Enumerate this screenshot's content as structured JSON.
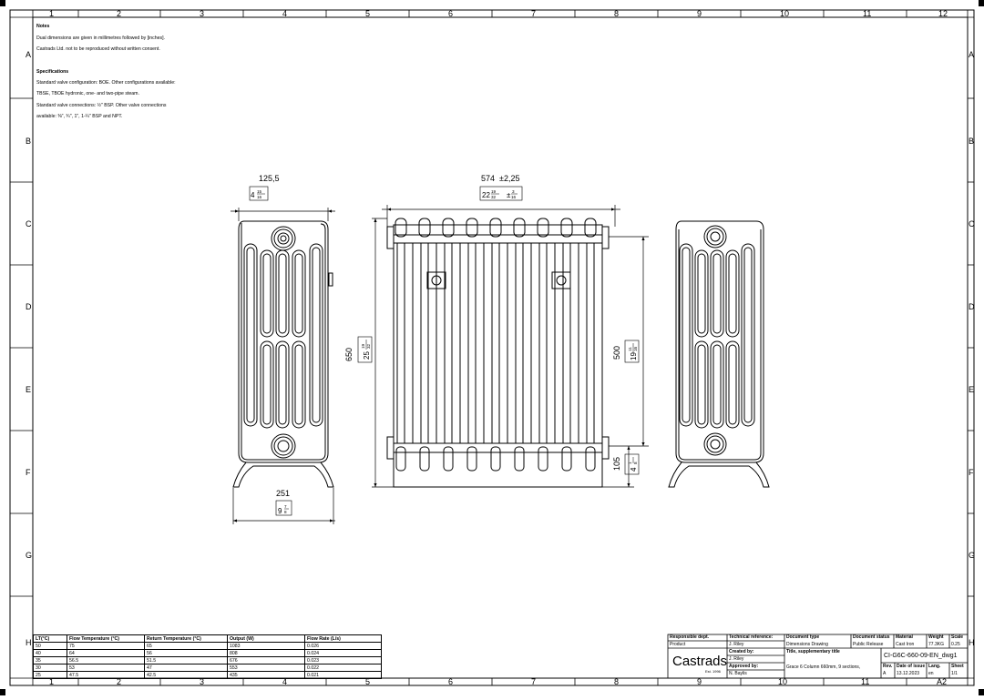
{
  "notes": {
    "heading": "Notes",
    "lines": [
      "Dual dimensions are given in millimetres followed by [inches].",
      "Castrads Ltd. not to be reproduced without written consent."
    ],
    "spec_heading": "Specifications",
    "spec_lines": [
      "Standard valve configuration: BOE. Other configurations available:",
      "TBSE, TBOE hydronic, one- and two-pipe steam.",
      "Standard valve connections: ½\" BSP. Other valve connections",
      "available: ⅜\", ¾\", 1\", 1-¼\" BSP and NPT."
    ]
  },
  "frame": {
    "columns": [
      "1",
      "2",
      "3",
      "4",
      "5",
      "6",
      "7",
      "8",
      "9",
      "10",
      "11",
      "12"
    ],
    "bottom_columns": [
      "1",
      "2",
      "3",
      "4",
      "5",
      "6",
      "7",
      "8",
      "9",
      "10",
      "11",
      "A2"
    ],
    "rows": [
      "A",
      "B",
      "C",
      "D",
      "E",
      "F",
      "G",
      "H"
    ]
  },
  "dimensions": {
    "side_depth_mm": "125,5",
    "side_depth_in": "4",
    "side_depth_frac_num": "15",
    "side_depth_frac_den": "16",
    "foot_width_mm": "251",
    "foot_width_in": "9",
    "foot_width_frac_num": "7",
    "foot_width_frac_den": "8",
    "length_mm": "574",
    "length_tol_mm": "±2,25",
    "length_in": "22",
    "length_frac_num": "19",
    "length_frac_den": "32",
    "length_tol_in": "±",
    "length_tol_frac_num": "3",
    "length_tol_frac_den": "16",
    "height_mm": "650",
    "height_in": "25",
    "height_frac_num": "19",
    "height_frac_den": "32",
    "centres_mm": "500",
    "centres_in": "19",
    "centres_frac_num": "11",
    "centres_frac_den": "16",
    "base_mm": "105",
    "base_in": "4",
    "base_frac_num": "1",
    "base_frac_den": "8"
  },
  "performance_table": {
    "headers": [
      "LT(°C)",
      "Flow Temperature (°C)",
      "Return Temperature (°C)",
      "Output (W)",
      "Flow Rate (L/s)"
    ],
    "rows": [
      [
        "50",
        "75",
        "65",
        "1083",
        "0.026"
      ],
      [
        "40",
        "64",
        "56",
        "808",
        "0.024"
      ],
      [
        "35",
        "56.5",
        "51.5",
        "676",
        "0.023"
      ],
      [
        "30",
        "53",
        "47",
        "553",
        "0.022"
      ],
      [
        "25",
        "47.5",
        "42.5",
        "435",
        "0.021"
      ]
    ]
  },
  "title_block": {
    "responsible_dept_label": "Responsible dept.",
    "responsible_dept": "Product",
    "technical_reference_label": "Technical reference:",
    "technical_reference": "J. Riley",
    "created_by_label": "Created by:",
    "created_by": "J. Riley",
    "approved_by_label": "Approved by:",
    "approved_by": "N. Baylis",
    "document_type_label": "Document type",
    "document_type": "Dimensions Drawing",
    "document_status_label": "Document status",
    "document_status": "Public Release",
    "material_label": "Material",
    "material": "Cast Iron",
    "weight_label": "Weight",
    "weight": "77.3KG",
    "scale_label": "Scale",
    "scale": "0.25",
    "title_label": "Title, supplementary title",
    "title": "Grace 6 Column 660mm, 9 sections,",
    "document_number": "CI-G6C-660-09-EN_dwg1",
    "rev_label": "Rev.",
    "rev": "A",
    "date_label": "Date of issue",
    "date": "13.12.2023",
    "lang_label": "Lang.",
    "lang": "en",
    "sheet_label": "Sheet",
    "sheet": "1/1",
    "brand": "Castrads",
    "brand_est": "Est. 1996"
  }
}
